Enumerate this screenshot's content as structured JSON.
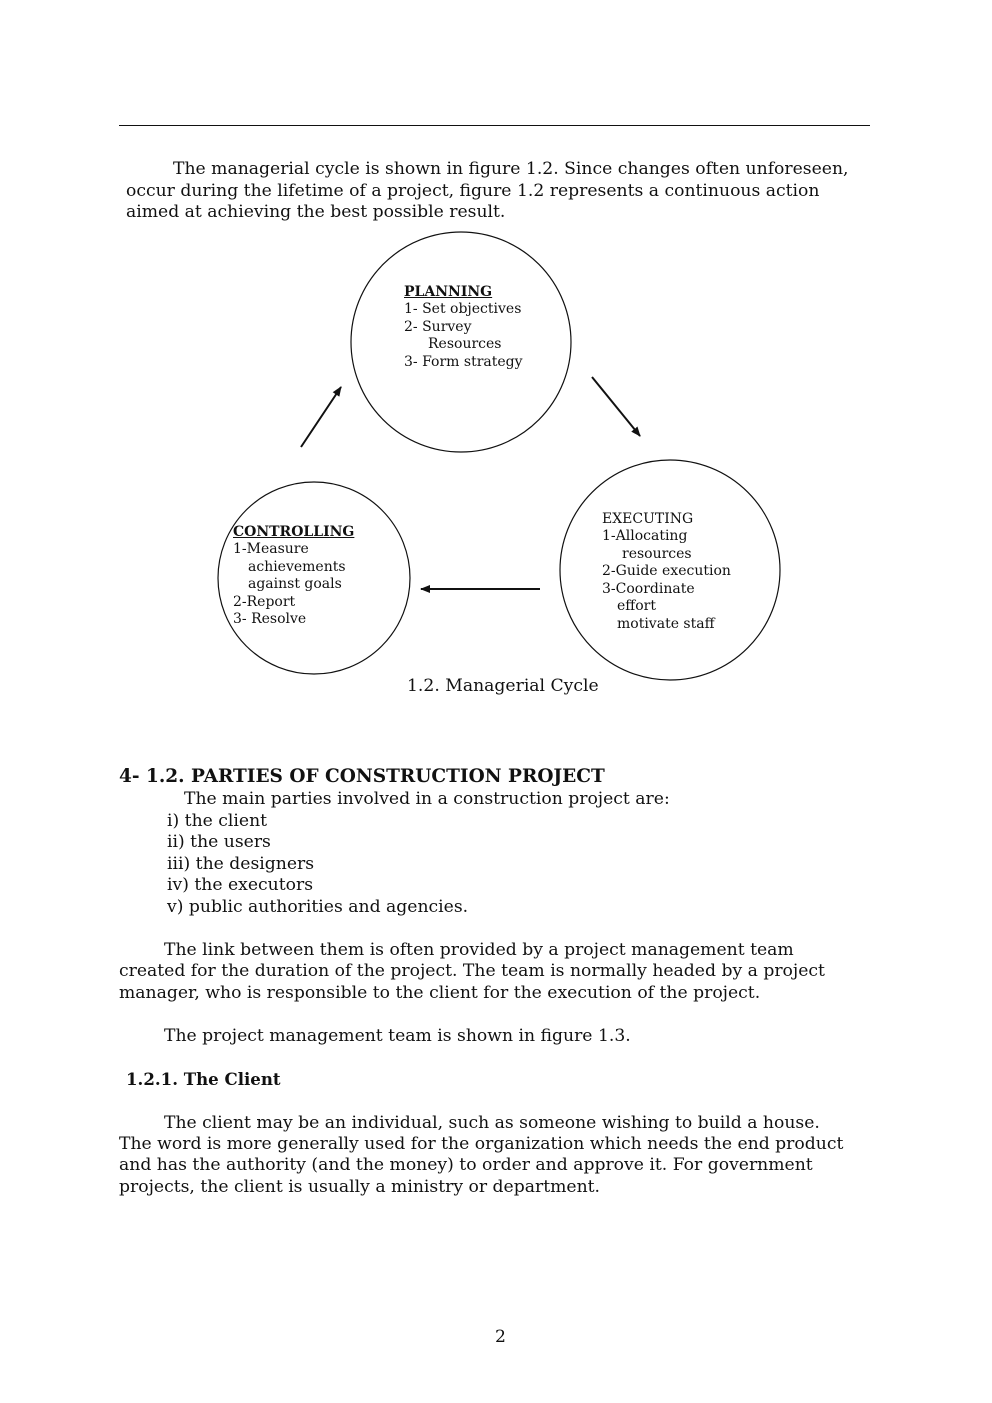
{
  "intro": {
    "lines": [
      "The managerial cycle is shown in figure 1.2. Since changes often unforeseen,",
      "occur during the lifetime of a project, figure 1.2 represents a continuous action",
      "aimed at achieving the best possible result."
    ]
  },
  "diagram": {
    "planning": {
      "title": "PLANNING",
      "items": [
        "1-  Set objectives",
        "2-  Survey",
        "Resources",
        "3-  Form strategy"
      ]
    },
    "executing": {
      "title": "EXECUTING",
      "items": [
        "1-Allocating",
        "resources",
        "2-Guide execution",
        "3-Coordinate",
        "effort",
        "motivate staff"
      ]
    },
    "controlling": {
      "title": "CONTROLLING",
      "items": [
        "1-Measure",
        "achievements",
        "against goals",
        "2-Report",
        "3- Resolve"
      ]
    },
    "caption": "1.2. Managerial Cycle"
  },
  "section": {
    "heading": "4- 1.2. PARTIES OF CONSTRUCTION PROJECT",
    "intro": "The main parties involved in a construction project are:",
    "parties": [
      "i) the client",
      "ii) the users",
      "iii) the designers",
      "iv) the executors",
      "v) public authorities and agencies."
    ],
    "link_paragraph": [
      "The link between them is often provided by a project management team",
      "created for the duration of the project. The team is normally headed by a project",
      "manager, who is responsible to the client for the execution of the project."
    ],
    "team_sentence": "The project management team is shown in figure 1.3."
  },
  "subsection": {
    "heading": "1.2.1. The Client",
    "paragraph": [
      "The client may be an individual, such as someone wishing to build a house.",
      "The word is more generally used for the organization which needs the end product",
      "and has the authority (and the money) to order and approve it. For government",
      "projects, the client is usually a ministry or department."
    ]
  },
  "page_number": "2"
}
